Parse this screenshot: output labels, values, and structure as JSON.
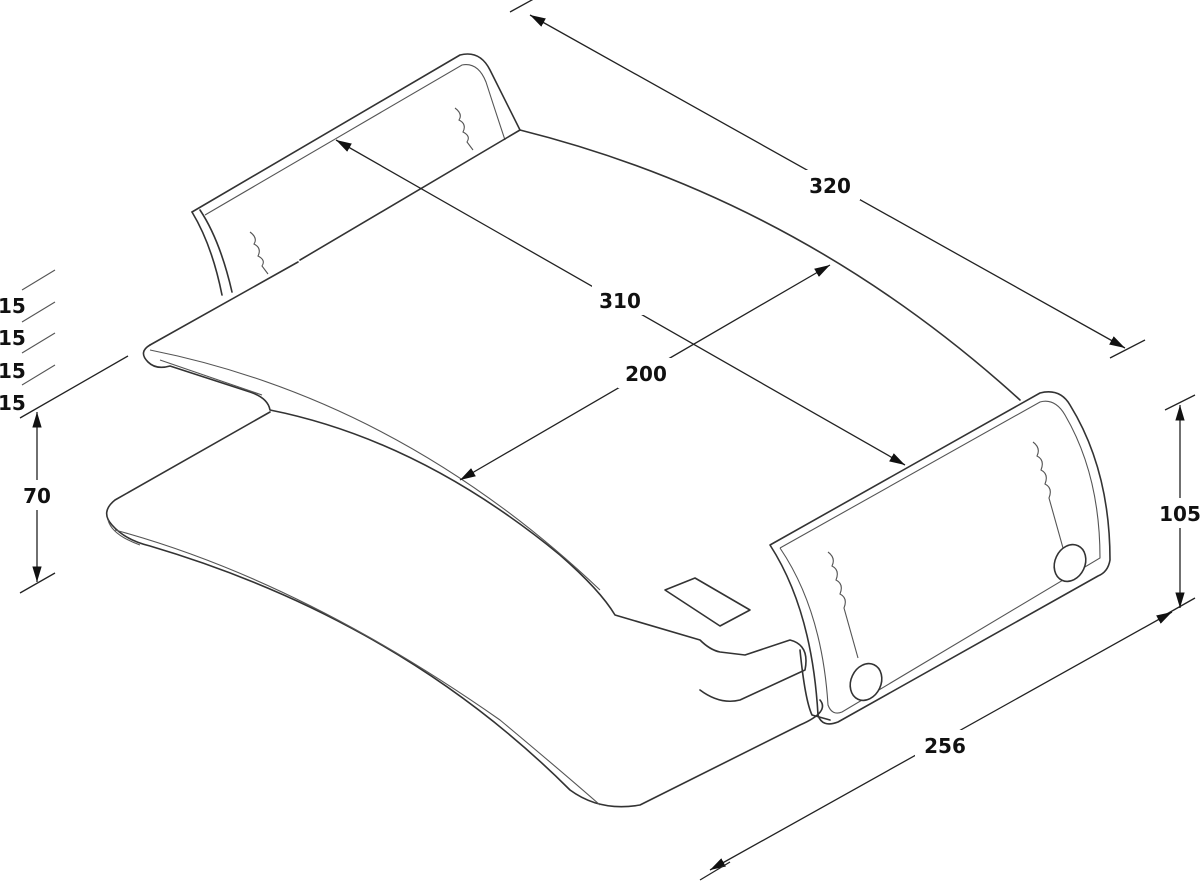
{
  "diagram": {
    "type": "technical isometric dimension drawing",
    "dimensions": {
      "length_back": "320",
      "length_inner": "310",
      "depth_shelf": "200",
      "height_total": "105",
      "depth_bottom": "256",
      "height_lower": "70",
      "steps": [
        "15",
        "15",
        "15",
        "15"
      ]
    }
  }
}
